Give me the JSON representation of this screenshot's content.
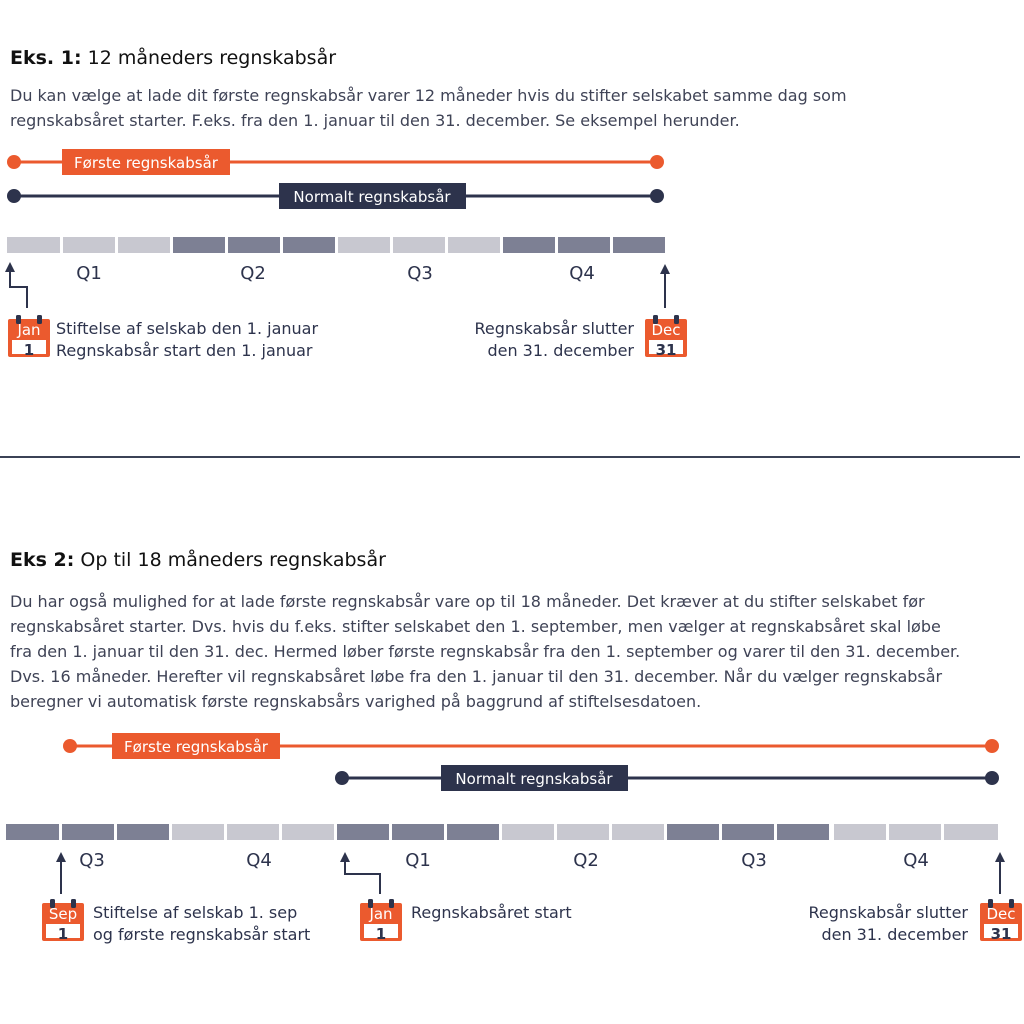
{
  "ex1": {
    "heading_bold": "Eks. 1:",
    "heading_rest": " 12 måneders regnskabsår",
    "lines": [
      "Du kan vælge at lade dit første regnskabsår varer 12 måneder hvis du stifter selskabet samme dag som",
      "regnskabsåret starter. F.eks. fra den 1. januar til den 31. december. Se eksempel herunder."
    ],
    "bar_first": "Første regnskabsår",
    "bar_normal": "Normalt regnskabsår",
    "quarters": [
      "Q1",
      "Q2",
      "Q3",
      "Q4"
    ],
    "cal_start": {
      "month": "Jan",
      "day": "1"
    },
    "cal_end": {
      "month": "Dec",
      "day": "31"
    },
    "note_start": [
      "Stiftelse af selskab den 1. januar",
      "Regnskabsår start den 1. januar"
    ],
    "note_end": [
      "Regnskabsår slutter",
      "den 31. december"
    ]
  },
  "ex2": {
    "heading_bold": "Eks 2:",
    "heading_rest": " Op til 18 måneders regnskabsår",
    "lines": [
      "Du har også mulighed for at lade første regnskabsår vare op til 18 måneder. Det kræver at du stifter selskabet før",
      "regnskabsåret starter. Dvs. hvis du f.eks. stifter selskabet den 1. september, men vælger at regnskabsåret skal løbe",
      "fra den 1. januar til den 31. dec. Hermed løber første regnskabsår fra den 1. september og varer til den 31. december.",
      "Dvs. 16 måneder. Herefter vil regnskabsåret løbe fra den 1. januar til den 31. december. Når du vælger regnskabsår",
      "beregner vi automatisk første regnskabsårs varighed på baggrund af stiftelsesdatoen."
    ],
    "bar_first": "Første regnskabsår",
    "bar_normal": "Normalt regnskabsår",
    "quarters": [
      "Q3",
      "Q4",
      "Q1",
      "Q2",
      "Q3",
      "Q4"
    ],
    "cal_found": {
      "month": "Sep",
      "day": "1"
    },
    "cal_start": {
      "month": "Jan",
      "day": "1"
    },
    "cal_end": {
      "month": "Dec",
      "day": "31"
    },
    "note_found": [
      "Stiftelse af selskab 1. sep",
      "og første regnskabsår start"
    ],
    "note_start": [
      "Regnskabsåret start"
    ],
    "note_end": [
      "Regnskabsår slutter",
      "den 31. december"
    ]
  },
  "colors": {
    "orange": "#eb5a2e",
    "navy": "#2d334c",
    "seg_light": "#c8c8d0",
    "seg_dark": "#7d8094"
  }
}
